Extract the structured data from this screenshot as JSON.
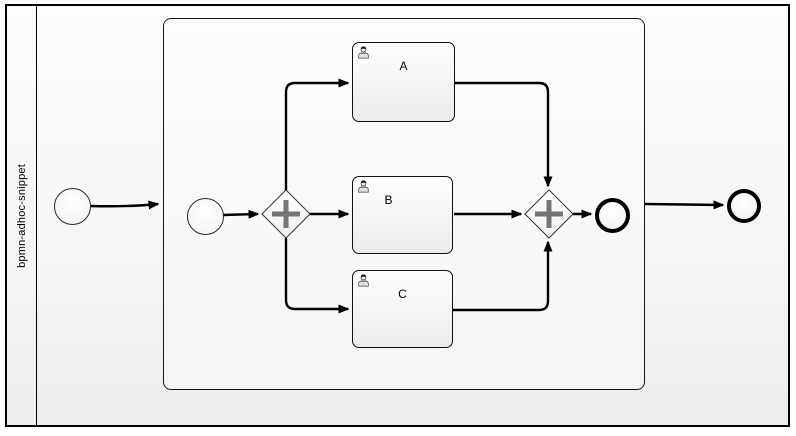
{
  "pool": {
    "label": "bpmn-adhoc-snippet"
  },
  "process": {
    "outer_start_event": {
      "type": "start-event"
    },
    "outer_end_event": {
      "type": "end-event"
    },
    "subprocess": {
      "type": "embedded-subprocess",
      "start_event": {
        "type": "start-event"
      },
      "end_event": {
        "type": "end-event"
      },
      "split_gateway": {
        "type": "parallel-gateway",
        "symbol": "+"
      },
      "join_gateway": {
        "type": "parallel-gateway",
        "symbol": "+"
      },
      "tasks": [
        {
          "label": "A",
          "type": "user-task",
          "icon": "user-icon"
        },
        {
          "label": "B",
          "type": "user-task",
          "icon": "user-icon"
        },
        {
          "label": "C",
          "type": "user-task",
          "icon": "user-icon"
        }
      ],
      "flows": [
        {
          "from": "start_event",
          "to": "split_gateway"
        },
        {
          "from": "split_gateway",
          "to": "task A"
        },
        {
          "from": "split_gateway",
          "to": "task B"
        },
        {
          "from": "split_gateway",
          "to": "task C"
        },
        {
          "from": "task A",
          "to": "join_gateway"
        },
        {
          "from": "task B",
          "to": "join_gateway"
        },
        {
          "from": "task C",
          "to": "join_gateway"
        },
        {
          "from": "join_gateway",
          "to": "end_event"
        }
      ]
    },
    "flows": [
      {
        "from": "outer_start_event",
        "to": "subprocess"
      },
      {
        "from": "subprocess",
        "to": "outer_end_event"
      }
    ]
  },
  "colors": {
    "flow_line": "#000000",
    "gateway_plus": "#757575",
    "shape_border": "#141414",
    "shape_fill_top": "#fefefe",
    "shape_fill_bottom": "#ececec",
    "pool_background_bottom": "#ededed"
  }
}
